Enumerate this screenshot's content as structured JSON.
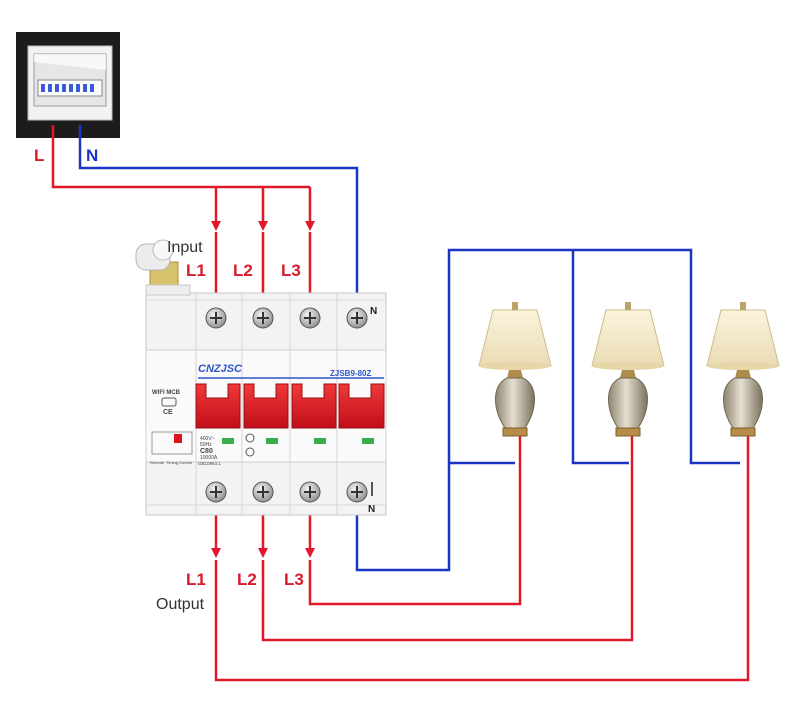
{
  "panel": {
    "l_label": "L",
    "n_label": "N"
  },
  "breaker": {
    "brand": "CNZJSC",
    "model": "ZJSB9-80Z",
    "wifi_label": "WIFI MCB",
    "ce_mark": "CE",
    "rating": "C80",
    "spec_voltage": "400V~",
    "spec_freq": "50Hz",
    "spec_breaking": "10000A",
    "spec_standard": "GB10963.1",
    "footer_text": "Remote, Timing Control",
    "n_top": "N",
    "n_bottom": "N"
  },
  "input": {
    "title": "Input",
    "l1": "L1",
    "l2": "L2",
    "l3": "L3"
  },
  "output": {
    "title": "Output",
    "l1": "L1",
    "l2": "L2",
    "l3": "L3"
  },
  "colors": {
    "live": "#e0182a",
    "neutral": "#1a35c4",
    "breaker_red": "#d8141f"
  }
}
